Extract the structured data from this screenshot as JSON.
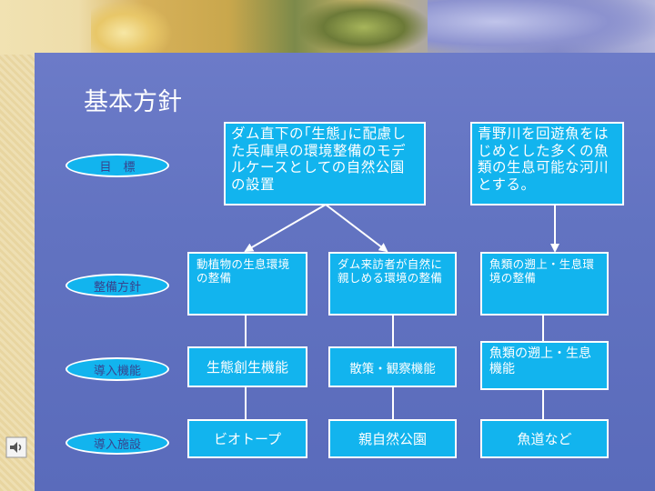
{
  "title": "基本方針",
  "row_labels": {
    "goal": "目　標",
    "policy": "整備方針",
    "function": "導入機能",
    "facility": "導入施設"
  },
  "goals": {
    "left": "ダム直下の｢生態｣に配慮した兵庫県の環境整備のモデルケースとしての自然公園の設置",
    "right": "青野川を回遊魚をはじめとした多くの魚類の生息可能な河川とする。"
  },
  "policies": {
    "a": "動植物の生息環境の整備",
    "b": "ダム来訪者が自然に親しめる環境の整備",
    "c": "魚類の遡上・生息環境の整備"
  },
  "functions": {
    "a": "生態創生機能",
    "b": "散策・観察機能",
    "c": "魚類の遡上・生息機能"
  },
  "facilities": {
    "a": "ビオトープ",
    "b": "親自然公園",
    "c": "魚道など"
  },
  "colors": {
    "box_fill": "#12b4ee",
    "panel": "#6273c1",
    "line": "#ffffff"
  },
  "icons": {
    "sound": "speaker-icon"
  }
}
